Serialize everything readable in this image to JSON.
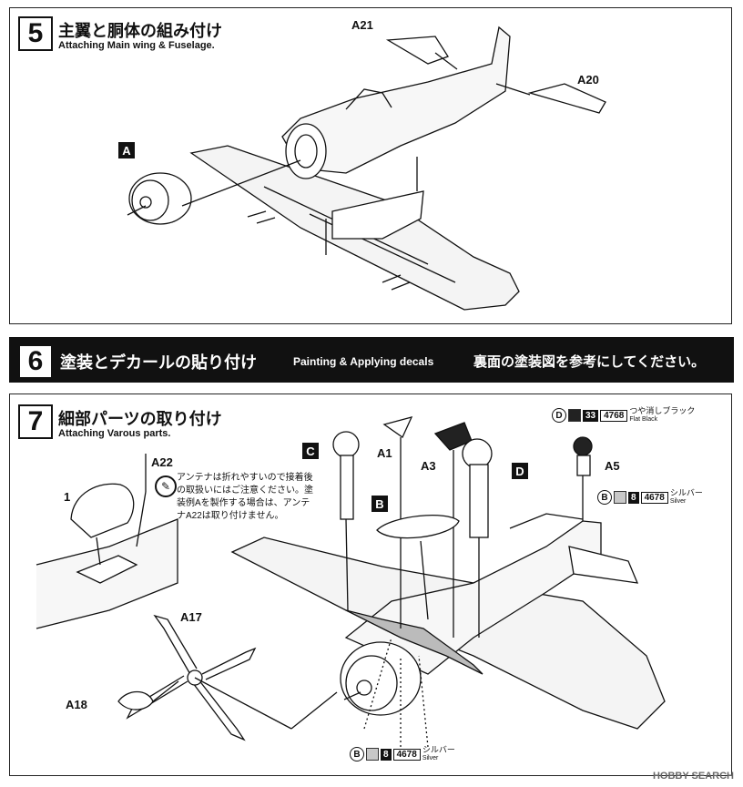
{
  "step5": {
    "number": "5",
    "title_jp": "主翼と胴体の組み付け",
    "title_en": "Attaching Main wing & Fuselage.",
    "parts": {
      "a21": "A21",
      "a20": "A20",
      "box_a": "A"
    }
  },
  "step6": {
    "number": "6",
    "title_jp": "塗装とデカールの貼り付け",
    "title_en": "Painting & Applying decals",
    "note_jp": "裏面の塗装図を参考にしてください。"
  },
  "step7": {
    "number": "7",
    "title_jp": "細部パーツの取り付け",
    "title_en": "Attaching Varous parts.",
    "parts": {
      "p1": "1",
      "a22": "A22",
      "a1": "A1",
      "a3": "A3",
      "a5": "A5",
      "a17": "A17",
      "a18": "A18",
      "box_b": "B",
      "box_c": "C",
      "box_d": "D"
    },
    "antenna_note": "アンテナは折れやすいので接着後の取扱いにはご注意ください。塗装例Aを製作する場合は、アンテナA22は取り付けません。",
    "paint_d": {
      "circle": "D",
      "code": "33",
      "num": "4768",
      "name_jp": "つや消しブラック",
      "name_en": "Flat Black",
      "swatch": "#222222"
    },
    "paint_b1": {
      "circle": "B",
      "code": "8",
      "num": "4678",
      "name_jp": "シルバー",
      "name_en": "Silver",
      "swatch": "#c8c8c8"
    },
    "paint_b2": {
      "circle": "B",
      "code": "8",
      "num": "4678",
      "name_jp": "シルバー",
      "name_en": "Silver",
      "swatch": "#c8c8c8"
    }
  },
  "watermark": "HOBBY SEARCH"
}
